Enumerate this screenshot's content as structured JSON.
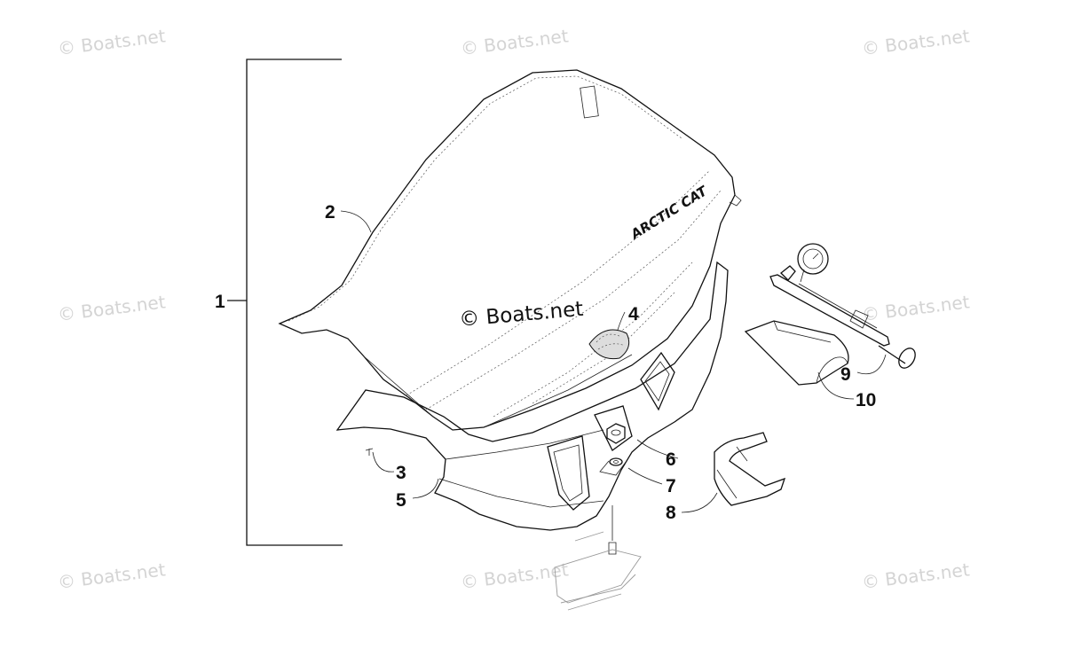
{
  "watermark": "© Boats.net",
  "center_watermark": "© Boats.net",
  "seat_brand": "ARCTIC CAT",
  "callouts": [
    {
      "id": "1",
      "label": "1"
    },
    {
      "id": "2",
      "label": "2"
    },
    {
      "id": "3",
      "label": "3"
    },
    {
      "id": "4",
      "label": "4"
    },
    {
      "id": "5",
      "label": "5"
    },
    {
      "id": "6",
      "label": "6"
    },
    {
      "id": "7",
      "label": "7"
    },
    {
      "id": "8",
      "label": "8"
    },
    {
      "id": "9",
      "label": "9"
    },
    {
      "id": "10",
      "label": "10"
    }
  ]
}
